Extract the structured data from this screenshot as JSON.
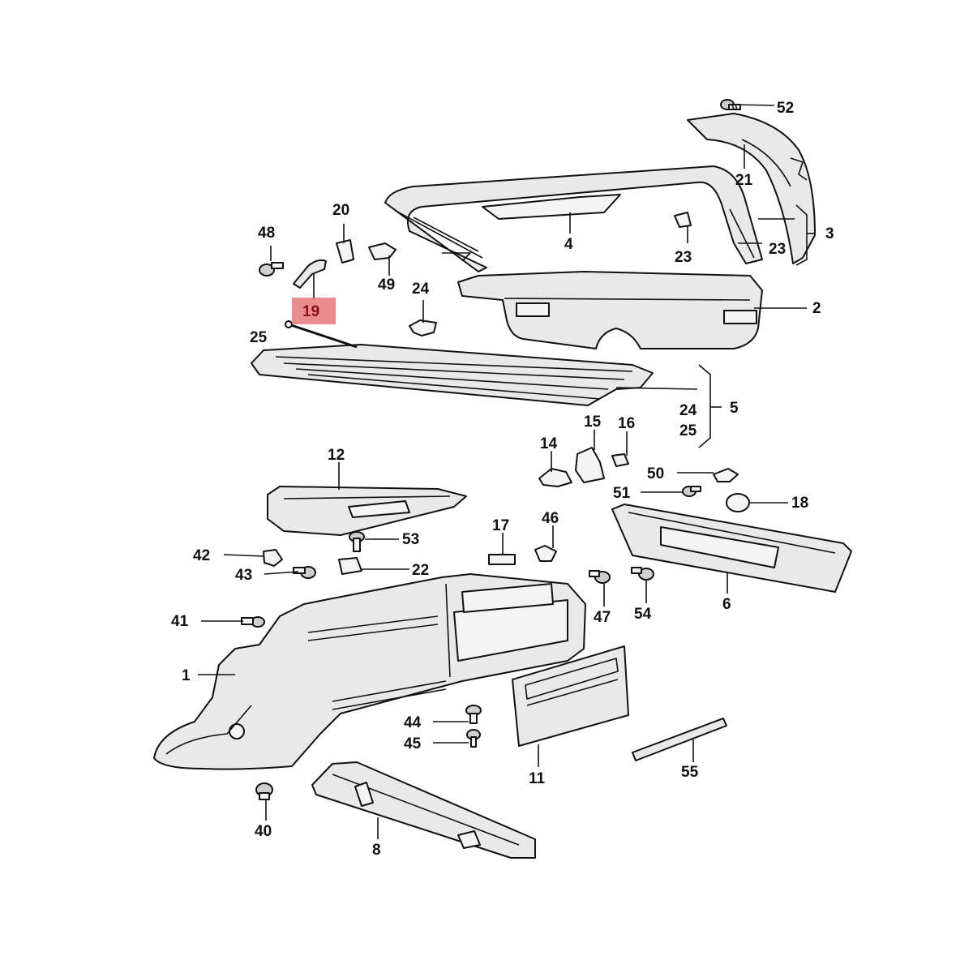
{
  "labels": {
    "l52": "52",
    "l21": "21",
    "l20": "20",
    "l48": "48",
    "l4": "4",
    "l3": "3",
    "l23a": "23",
    "l23b": "23",
    "l49": "49",
    "l24a": "24",
    "l19": "19",
    "l2": "2",
    "l25a": "25",
    "l24b": "24",
    "l5": "5",
    "l25b": "25",
    "l15": "15",
    "l16": "16",
    "l14": "14",
    "l12": "12",
    "l50": "50",
    "l51": "51",
    "l18": "18",
    "l17": "17",
    "l46": "46",
    "l53": "53",
    "l42": "42",
    "l22": "22",
    "l43": "43",
    "l6": "6",
    "l47": "47",
    "l54": "54",
    "l41": "41",
    "l1": "1",
    "l44": "44",
    "l45": "45",
    "l11": "11",
    "l55": "55",
    "l40": "40",
    "l8": "8"
  },
  "highlight": {
    "part": "19",
    "color": "#e8797d"
  }
}
